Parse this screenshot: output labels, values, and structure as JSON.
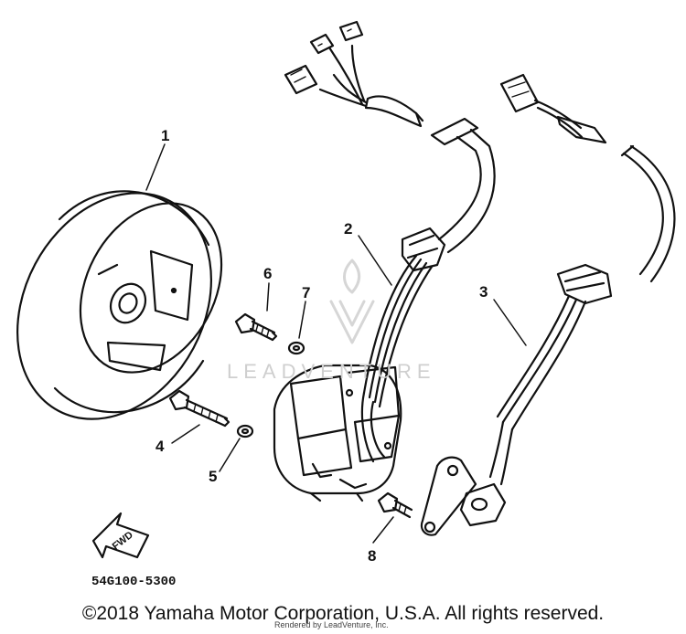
{
  "callouts": {
    "c1": "1",
    "c2": "2",
    "c3": "3",
    "c4": "4",
    "c5": "5",
    "c6": "6",
    "c7": "7",
    "c8": "8"
  },
  "part_code": "54G100-5300",
  "fwd_label": "FWD",
  "watermark": "LEADVENTURE",
  "copyright": "©2018 Yamaha Motor Corporation, U.S.A. All rights reserved.",
  "rendered_by": "Rendered by LeadVenture, Inc."
}
